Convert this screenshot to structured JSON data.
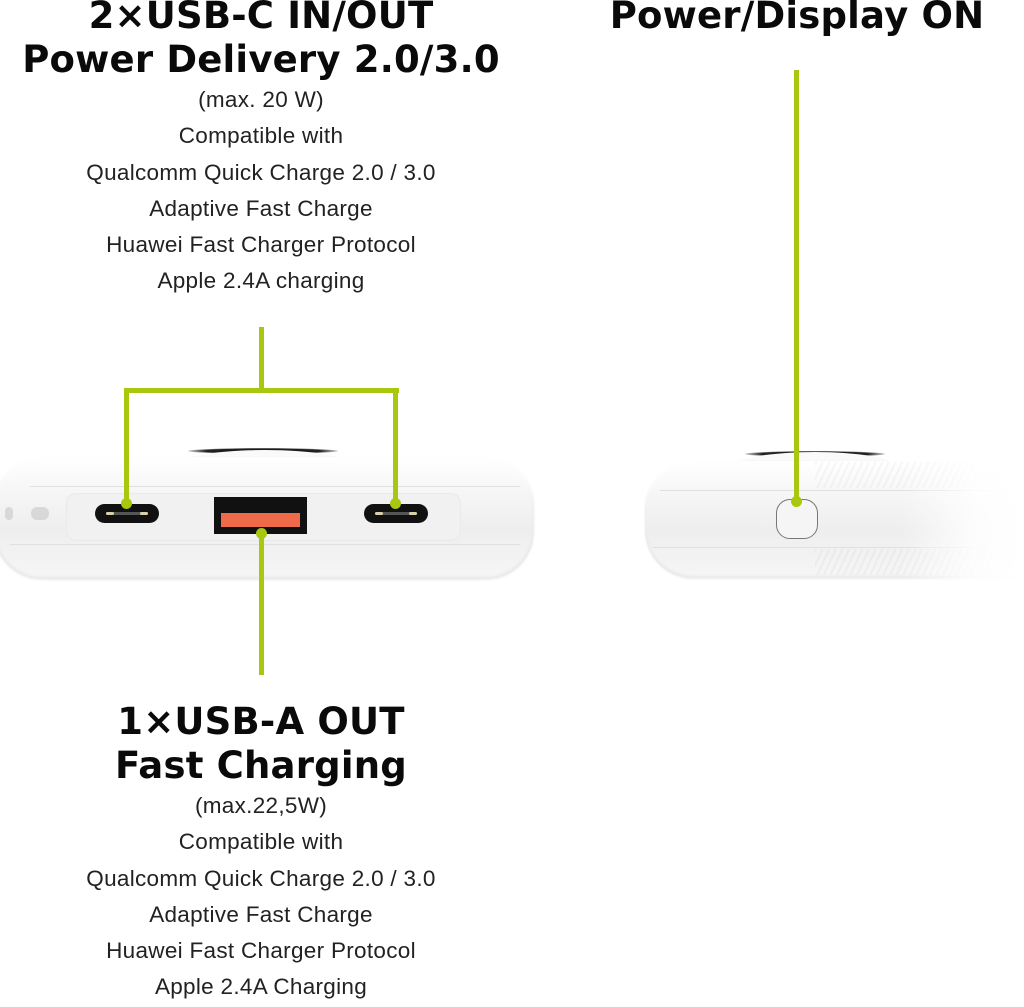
{
  "accent_color": "#a8c80f",
  "usb_a_insert_color": "#ef6a48",
  "usb_c_section": {
    "title_lines": [
      "2×USB-C IN/OUT",
      "Power Delivery 2.0/3.0"
    ],
    "max_power": "(max. 20 W)",
    "compat_lines": [
      "Compatible with",
      "Qualcomm Quick Charge 2.0 / 3.0",
      "Adaptive Fast Charge",
      "Huawei Fast Charger Protocol",
      "Apple 2.4A charging"
    ]
  },
  "power_section": {
    "title": "Power/Display ON"
  },
  "usb_a_section": {
    "title_lines": [
      "1×USB-A OUT",
      "Fast Charging"
    ],
    "max_power": "(max.22,5W)",
    "compat_lines": [
      "Compatible with",
      "Qualcomm Quick Charge 2.0 / 3.0",
      "Adaptive Fast Charge",
      "Huawei Fast Charger Protocol",
      "Apple 2.4A Charging"
    ]
  },
  "device_views": [
    {
      "view": "ports-side",
      "ports": [
        "usb-c",
        "usb-a",
        "usb-c"
      ]
    },
    {
      "view": "button-side",
      "controls": [
        "power-display-button"
      ]
    }
  ]
}
